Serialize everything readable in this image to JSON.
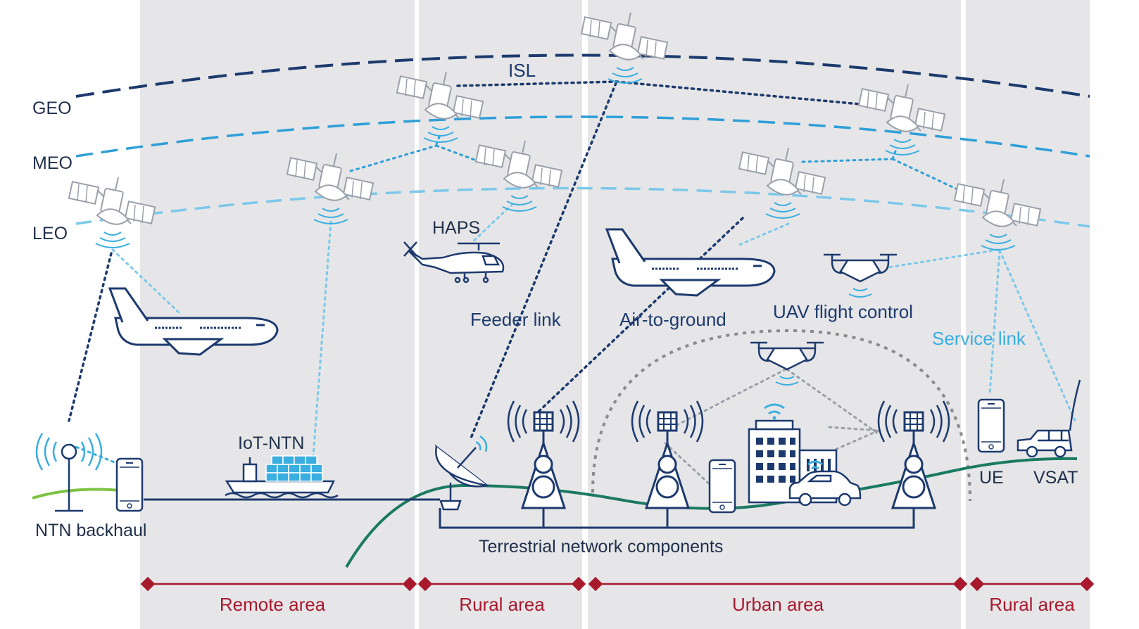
{
  "orbits": {
    "geo": "GEO",
    "meo": "MEO",
    "leo": "LEO"
  },
  "links": {
    "isl": "ISL",
    "feeder": "Feeder link",
    "air_to_ground": "Air-to-ground",
    "uav_flight_control": "UAV flight control",
    "service": "Service link"
  },
  "platforms": {
    "haps": "HAPS",
    "iot_ntn": "IoT-NTN",
    "ntn_backhaul": "NTN backhaul",
    "ue": "UE",
    "vsat": "VSAT"
  },
  "terrestrial": {
    "label": "Terrestrial network components"
  },
  "areas": [
    "Remote area",
    "Rural area",
    "Urban area",
    "Rural area"
  ],
  "colors": {
    "geo_orbit": "#1d3a6e",
    "meo_orbit": "#2f9fd8",
    "leo_orbit": "#7cc8ea",
    "area_marker": "#a8192e",
    "terrain": "#1b7a62",
    "grass": "#7dc242",
    "zone_background": "#e6e6e8"
  }
}
